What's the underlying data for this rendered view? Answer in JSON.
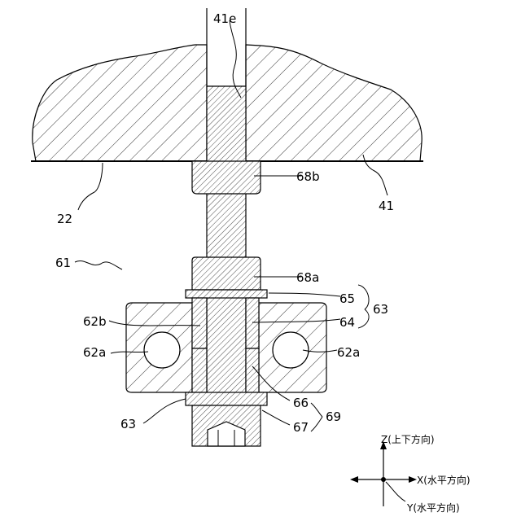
{
  "labels": {
    "ref_41e": "41e",
    "ref_22": "22",
    "ref_41": "41",
    "ref_68b": "68b",
    "ref_61": "61",
    "ref_68a": "68a",
    "ref_65": "65",
    "ref_63_right": "63",
    "ref_62b": "62b",
    "ref_64": "64",
    "ref_62a_left": "62a",
    "ref_62a_right": "62a",
    "ref_66": "66",
    "ref_69": "69",
    "ref_63_left": "63",
    "ref_67": "67"
  },
  "axes": {
    "z": "Z(上下方向)",
    "x": "X(水平方向)",
    "y": "Y(水平方向)"
  }
}
